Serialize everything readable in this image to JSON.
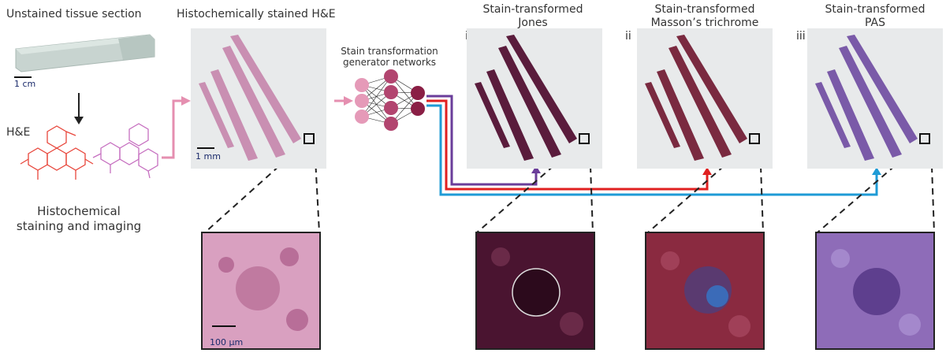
{
  "slide_section": {
    "title": "Unstained tissue section",
    "scale_label": "1 cm"
  },
  "he_chemistry": {
    "label": "H&E",
    "caption_line1": "Histochemical",
    "caption_line2": "staining and imaging"
  },
  "stained_panel": {
    "title": "Histochemically stained H&E",
    "scale_label": "1 mm",
    "zoom_scale_label": "100 µm"
  },
  "network": {
    "label_line1": "Stain transformation",
    "label_line2": "generator networks"
  },
  "outputs": [
    {
      "index": "i",
      "title_line1": "Stain-transformed",
      "title_line2": "Jones",
      "arrow_color": "#6a3d9a",
      "tissue_color": "#5a1c3c"
    },
    {
      "index": "ii",
      "title_line1": "Stain-transformed",
      "title_line2": "Masson’s trichrome",
      "arrow_color": "#e02020",
      "tissue_color": "#7a2a40"
    },
    {
      "index": "iii",
      "title_line1": "Stain-transformed",
      "title_line2": "PAS",
      "arrow_color": "#1f9bd6",
      "tissue_color": "#7a5aa8"
    }
  ],
  "colors": {
    "he_tissue": "#c98fb2",
    "flow_arrow": "#e58fb0",
    "node_light": "#e59ab8",
    "node_mid": "#b2456f",
    "node_dark": "#8a1f45"
  }
}
